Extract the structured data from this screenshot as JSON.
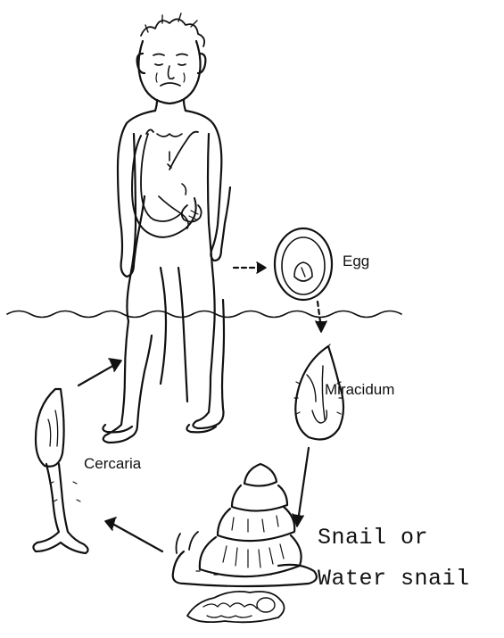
{
  "labels": {
    "egg": "Egg",
    "miracidium": "Miracidum",
    "cercaria": "Cercaria",
    "snail_line1": "Snail or",
    "snail_line2": "Water snail"
  },
  "colors": {
    "ink": "#111111",
    "background": "#ffffff"
  }
}
